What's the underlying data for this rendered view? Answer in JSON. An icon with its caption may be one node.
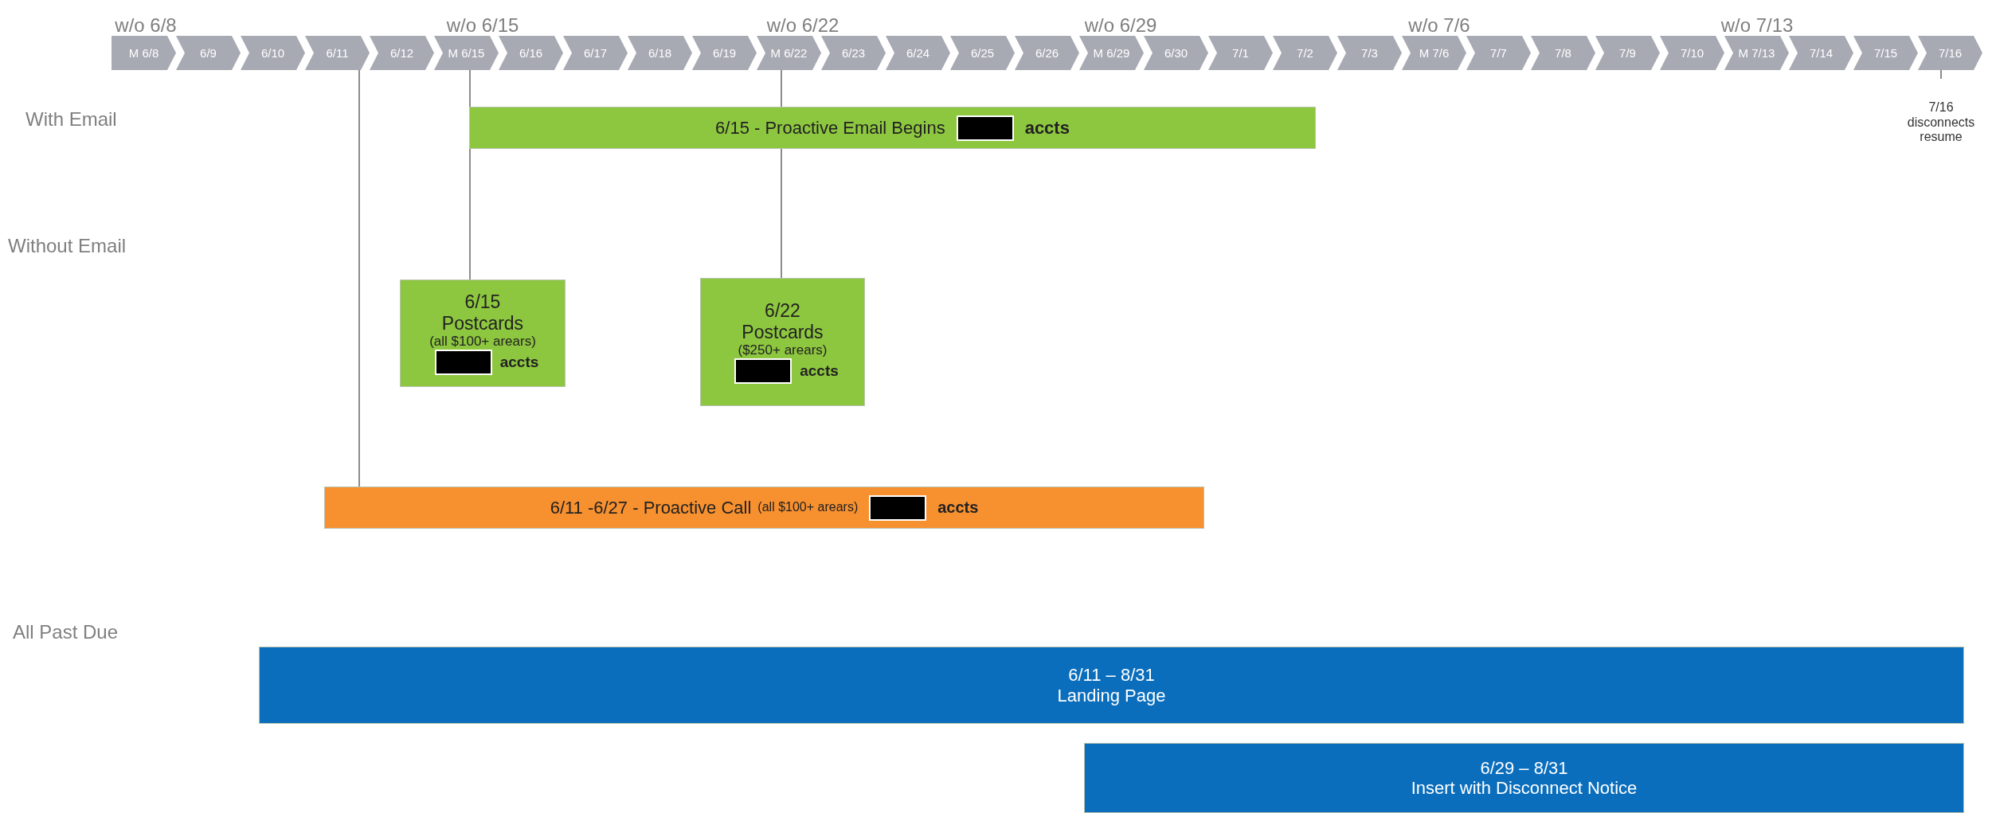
{
  "diagram": {
    "nodes": [
      {
        "text": [
          "M 6/8"
        ]
      },
      {
        "text": [
          "6/9"
        ]
      },
      {
        "text": [
          "6/10"
        ]
      },
      {
        "text": [
          "6/11"
        ]
      },
      {
        "text": [
          "6/12"
        ]
      },
      {
        "text": [
          "M 6/15"
        ]
      },
      {
        "text": [
          "6/16"
        ]
      },
      {
        "text": [
          "6/17"
        ]
      },
      {
        "text": [
          "6/18"
        ]
      },
      {
        "text": [
          "6/19"
        ]
      },
      {
        "text": [
          "M 6/22"
        ]
      },
      {
        "text": [
          "6/23"
        ]
      },
      {
        "text": [
          "6/24"
        ]
      },
      {
        "text": [
          "6/25"
        ]
      },
      {
        "text": [
          "6/26"
        ]
      },
      {
        "text": [
          "M 6/29"
        ]
      },
      {
        "text": [
          "6/30"
        ]
      },
      {
        "text": [
          "7/1"
        ]
      },
      {
        "text": [
          "7/2"
        ]
      },
      {
        "text": [
          "7/3"
        ]
      },
      {
        "text": [
          "M 7/6"
        ]
      },
      {
        "text": [
          "7/7"
        ]
      },
      {
        "text": [
          "7/8"
        ]
      },
      {
        "text": [
          "7/9"
        ]
      },
      {
        "text": [
          "7/10"
        ]
      },
      {
        "text": [
          "M 7/13"
        ]
      },
      {
        "text": [
          "7/14"
        ]
      },
      {
        "text": [
          "7/15"
        ]
      },
      {
        "text": [
          "7/16"
        ]
      },
      {
        "text": [
          "6/15 - Proactive Email Begins",
          "accts"
        ]
      },
      {
        "text": [
          "7/16 disconnects resume"
        ]
      },
      {
        "text": [
          "6/15",
          "Postcards",
          "(all $100+ arears)",
          "accts"
        ]
      },
      {
        "text": [
          "6/22",
          "Postcards",
          "($250+ arears)",
          "accts"
        ]
      },
      {
        "text": [
          "6/11 -6/27 - Proactive Call",
          "(all $100+ arears)",
          "accts"
        ]
      },
      {
        "text": [
          "6/11 – 8/31",
          "Landing Page"
        ]
      },
      {
        "text": [
          "6/29 – 8/31",
          "Insert with Disconnect Notice"
        ]
      }
    ],
    "edges": [
      {
        "from": 3,
        "to": 33,
        "arrow": "none"
      },
      {
        "from": 5,
        "to": 29,
        "arrow": "none"
      },
      {
        "from": 29,
        "to": 31,
        "arrow": "none"
      },
      {
        "from": 10,
        "to": 29,
        "arrow": "none"
      },
      {
        "from": 29,
        "to": 32,
        "arrow": "none"
      },
      {
        "from": 28,
        "to": 30,
        "arrow": "none"
      }
    ],
    "labels": [
      "w/o 6/8",
      "w/o 6/15",
      "w/o 6/22",
      "w/o 6/29",
      "w/o 7/6",
      "w/o 7/13",
      "With Email",
      "Without Email",
      "All Past Due"
    ]
  }
}
